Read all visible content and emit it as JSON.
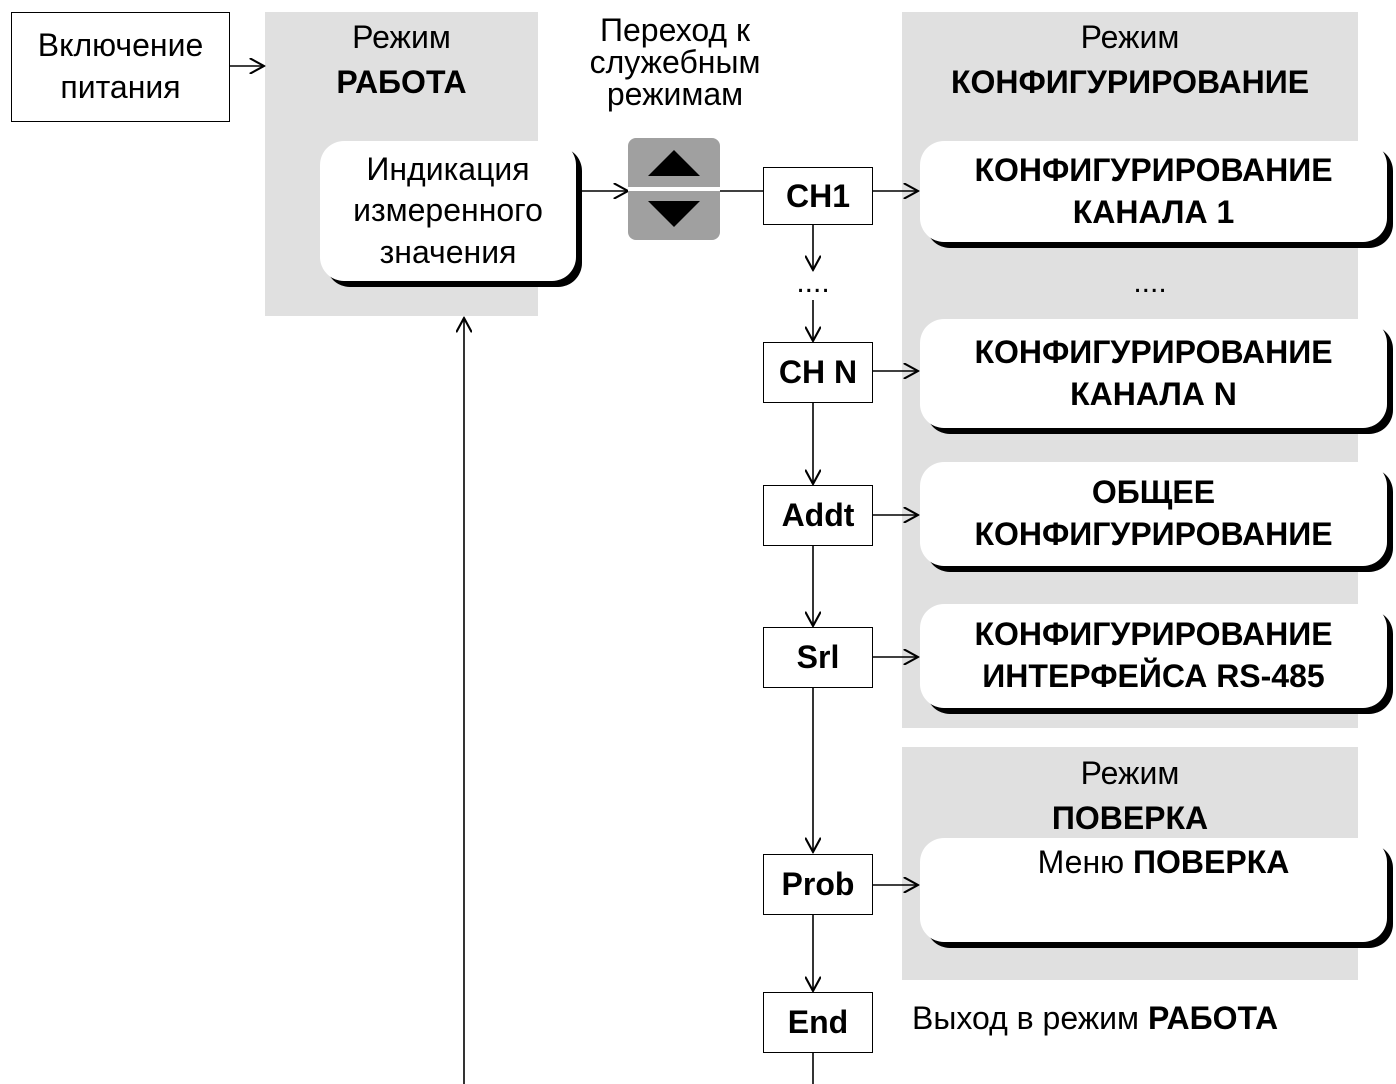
{
  "power_on": {
    "text": "Включение питания"
  },
  "work_mode": {
    "label": "Режим",
    "name": "РАБОТА"
  },
  "indication": {
    "text": "Индикация измеренного значения"
  },
  "transition": {
    "text": "Переход к служебным режимам"
  },
  "config_mode": {
    "label": "Режим",
    "name": "КОНФИГУРИРОВАНИЕ"
  },
  "verify_mode": {
    "label": "Режим",
    "name": "ПОВЕРКА"
  },
  "buttons": {
    "up_icon": "arrow-up-icon",
    "down_icon": "arrow-down-icon"
  },
  "nodes": {
    "ch1": "CH1",
    "chn": "CH N",
    "addt": "Addt",
    "srl": "Srl",
    "prob": "Prob",
    "end": "End"
  },
  "ellipsis_left": "....",
  "ellipsis_right": "....",
  "menus": {
    "ch1": {
      "line1": "КОНФИГУРИРОВАНИЕ",
      "line2": "КАНАЛА 1"
    },
    "chn": {
      "line1": "КОНФИГУРИРОВАНИЕ",
      "line2": "КАНАЛА N"
    },
    "addt": {
      "line1": "ОБЩЕЕ",
      "line2": "КОНФИГУРИРОВАНИЕ"
    },
    "srl": {
      "line1": "КОНФИГУРИРОВАНИЕ",
      "line2": "ИНТЕРФЕЙСА RS-485"
    },
    "prob": {
      "prefix": "Меню",
      "name": "ПОВЕРКА"
    }
  },
  "exit": {
    "prefix": "Выход в режим",
    "name": "РАБОТА"
  },
  "colors": {
    "panel": "#e0e0e0",
    "button": "#a0a0a0",
    "line": "#000000"
  }
}
